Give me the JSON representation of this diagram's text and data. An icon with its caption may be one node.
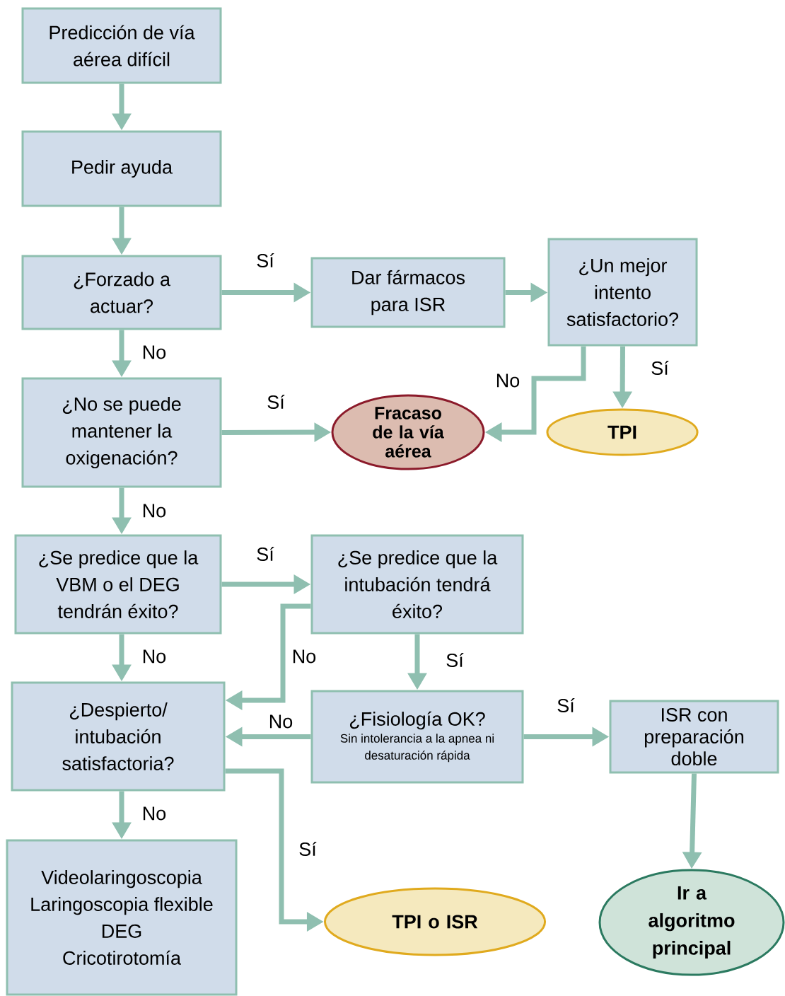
{
  "diagram": {
    "nodes": [
      {
        "text": [
          "Predicción de vía aérea difícil"
        ]
      },
      {
        "text": [
          "Pedir ayuda"
        ]
      },
      {
        "text": [
          "¿Forzado a actuar?"
        ]
      },
      {
        "text": [
          "Dar fármacos para ISR"
        ]
      },
      {
        "text": [
          "¿Un mejor intento satisfactorio?"
        ]
      },
      {
        "text": [
          "¿No se puede mantener la oxigenación?"
        ]
      },
      {
        "text": [
          "Fracaso de la vía aérea"
        ]
      },
      {
        "text": [
          "TPI"
        ]
      },
      {
        "text": [
          "¿Se predice que la VBM o el DEG tendrán éxito?"
        ]
      },
      {
        "text": [
          "¿Se predice que la intubación tendrá éxito?"
        ]
      },
      {
        "text": [
          "¿Despierto/ intubación satisfactoria?"
        ]
      },
      {
        "text": [
          "¿Fisiología OK?",
          "Sin intolerancia a la apnea ni desaturación rápida"
        ]
      },
      {
        "text": [
          "ISR con preparación doble"
        ]
      },
      {
        "text": [
          "Videolaringoscopia",
          "Laringoscopia flexible",
          "DEG",
          "Cricotirotomía"
        ]
      },
      {
        "text": [
          "TPI o ISR"
        ]
      },
      {
        "text": [
          "Ir a algoritmo principal"
        ]
      }
    ],
    "edges": [
      {
        "from": 0,
        "to": 1,
        "arrow": "to"
      },
      {
        "from": 1,
        "to": 2,
        "arrow": "to"
      },
      {
        "from": 2,
        "to": 3,
        "arrow": "to",
        "label": "Sí"
      },
      {
        "from": 3,
        "to": 4,
        "arrow": "to"
      },
      {
        "from": 4,
        "to": 6,
        "arrow": "to",
        "label": "No"
      },
      {
        "from": 4,
        "to": 7,
        "arrow": "to",
        "label": "Sí"
      },
      {
        "from": 2,
        "to": 5,
        "arrow": "to",
        "label": "No"
      },
      {
        "from": 5,
        "to": 6,
        "arrow": "to",
        "label": "Sí"
      },
      {
        "from": 5,
        "to": 8,
        "arrow": "to",
        "label": "No"
      },
      {
        "from": 8,
        "to": 9,
        "arrow": "to",
        "label": "Sí"
      },
      {
        "from": 9,
        "to": 10,
        "arrow": "to",
        "label": "No"
      },
      {
        "from": 9,
        "to": 11,
        "arrow": "to",
        "label": "Sí"
      },
      {
        "from": 8,
        "to": 10,
        "arrow": "to",
        "label": "No"
      },
      {
        "from": 11,
        "to": 10,
        "arrow": "to",
        "label": "No"
      },
      {
        "from": 11,
        "to": 12,
        "arrow": "to",
        "label": "Sí"
      },
      {
        "from": 10,
        "to": 14,
        "arrow": "to",
        "label": "Sí"
      },
      {
        "from": 10,
        "to": 13,
        "arrow": "to",
        "label": "No"
      },
      {
        "from": 12,
        "to": 15,
        "arrow": "to"
      }
    ]
  }
}
